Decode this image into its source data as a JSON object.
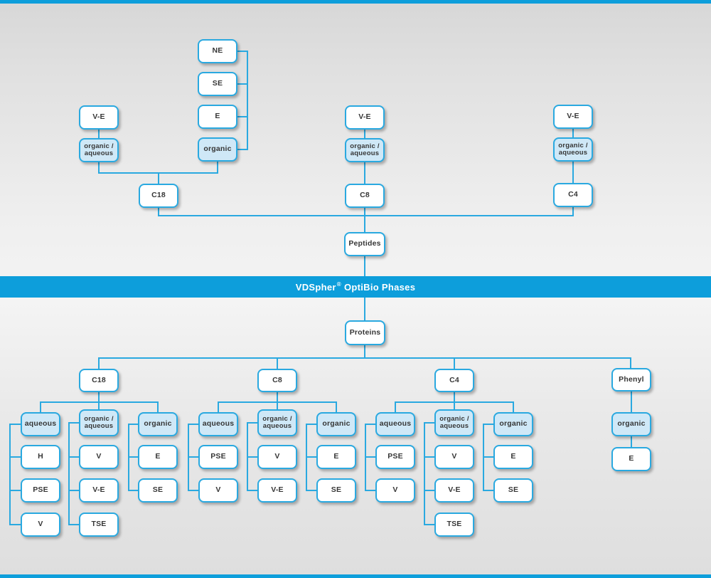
{
  "colors": {
    "accent_blue": "#0d9edb",
    "line_blue": "#2aa9e0",
    "highlight_fill": "#cfe8f7",
    "node_fill": "#ffffff",
    "text": "#363636"
  },
  "banner": {
    "brand": "VDSpher",
    "registered_mark": "®",
    "suffix": "OptiBio Phases"
  },
  "peptides_section": {
    "root": "Peptides",
    "c18": {
      "label": "C18",
      "organic_aqueous": {
        "label": "organic / aqueous",
        "mode": "V-E"
      },
      "organic": {
        "label": "organic",
        "modes": [
          "NE",
          "SE",
          "E"
        ]
      }
    },
    "c8": {
      "label": "C8",
      "organic_aqueous": {
        "label": "organic / aqueous",
        "mode": "V-E"
      }
    },
    "c4": {
      "label": "C4",
      "organic_aqueous": {
        "label": "organic / aqueous",
        "mode": "V-E"
      }
    }
  },
  "proteins_section": {
    "root": "Proteins",
    "c18": {
      "label": "C18",
      "aqueous": {
        "label": "aqueous",
        "modes": [
          "H",
          "PSE",
          "V"
        ]
      },
      "organic_aqueous": {
        "label": "organic / aqueous",
        "modes": [
          "V",
          "V-E",
          "TSE"
        ]
      },
      "organic": {
        "label": "organic",
        "modes": [
          "E",
          "SE"
        ]
      }
    },
    "c8": {
      "label": "C8",
      "aqueous": {
        "label": "aqueous",
        "modes": [
          "PSE",
          "V"
        ]
      },
      "organic_aqueous": {
        "label": "organic / aqueous",
        "modes": [
          "V",
          "V-E"
        ]
      },
      "organic": {
        "label": "organic",
        "modes": [
          "E",
          "SE"
        ]
      }
    },
    "c4": {
      "label": "C4",
      "aqueous": {
        "label": "aqueous",
        "modes": [
          "PSE",
          "V"
        ]
      },
      "organic_aqueous": {
        "label": "organic / aqueous",
        "modes": [
          "V",
          "V-E",
          "TSE"
        ]
      },
      "organic": {
        "label": "organic",
        "modes": [
          "E",
          "SE"
        ]
      }
    },
    "phenyl": {
      "label": "Phenyl",
      "organic": {
        "label": "organic",
        "modes": [
          "E"
        ]
      }
    }
  }
}
